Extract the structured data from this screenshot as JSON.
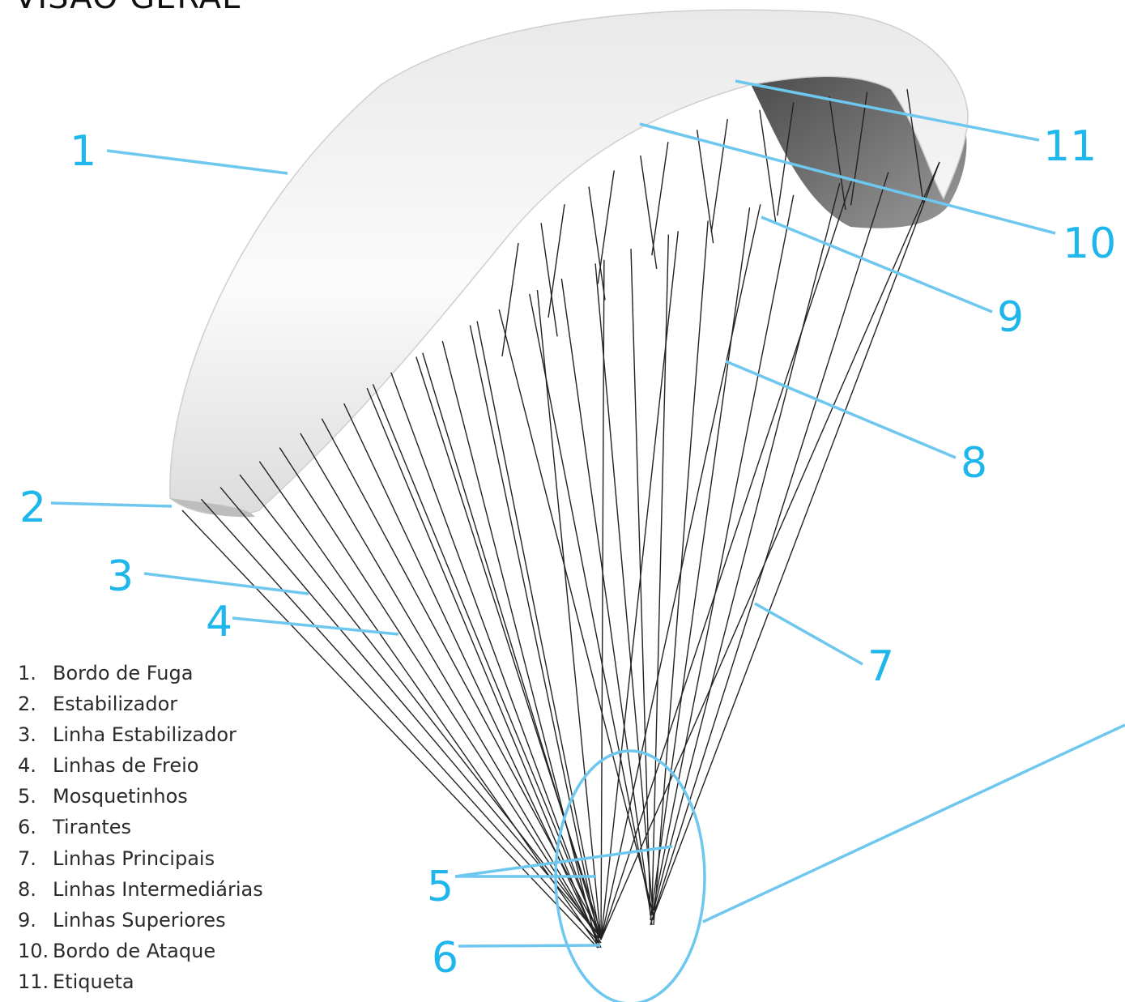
{
  "title": "VISÃO GERAL",
  "accent_color": "#1fb6ec",
  "callouts": {
    "c1": "1",
    "c2": "2",
    "c3": "3",
    "c4": "4",
    "c5": "5",
    "c6": "6",
    "c7": "7",
    "c8": "8",
    "c9": "9",
    "c10": "10",
    "c11": "11"
  },
  "legend": [
    {
      "num": "1.",
      "label": "Bordo de Fuga"
    },
    {
      "num": "2.",
      "label": "Estabilizador"
    },
    {
      "num": "3.",
      "label": "Linha Estabilizador"
    },
    {
      "num": "4.",
      "label": "Linhas de Freio"
    },
    {
      "num": "5.",
      "label": "Mosquetinhos"
    },
    {
      "num": "6.",
      "label": "Tirantes"
    },
    {
      "num": "7.",
      "label": "Linhas Principais"
    },
    {
      "num": "8.",
      "label": "Linhas Intermediárias"
    },
    {
      "num": "9.",
      "label": "Linhas Superiores"
    },
    {
      "num": "10.",
      "label": "Bordo de Ataque"
    },
    {
      "num": "11.",
      "label": "Etiqueta"
    }
  ]
}
